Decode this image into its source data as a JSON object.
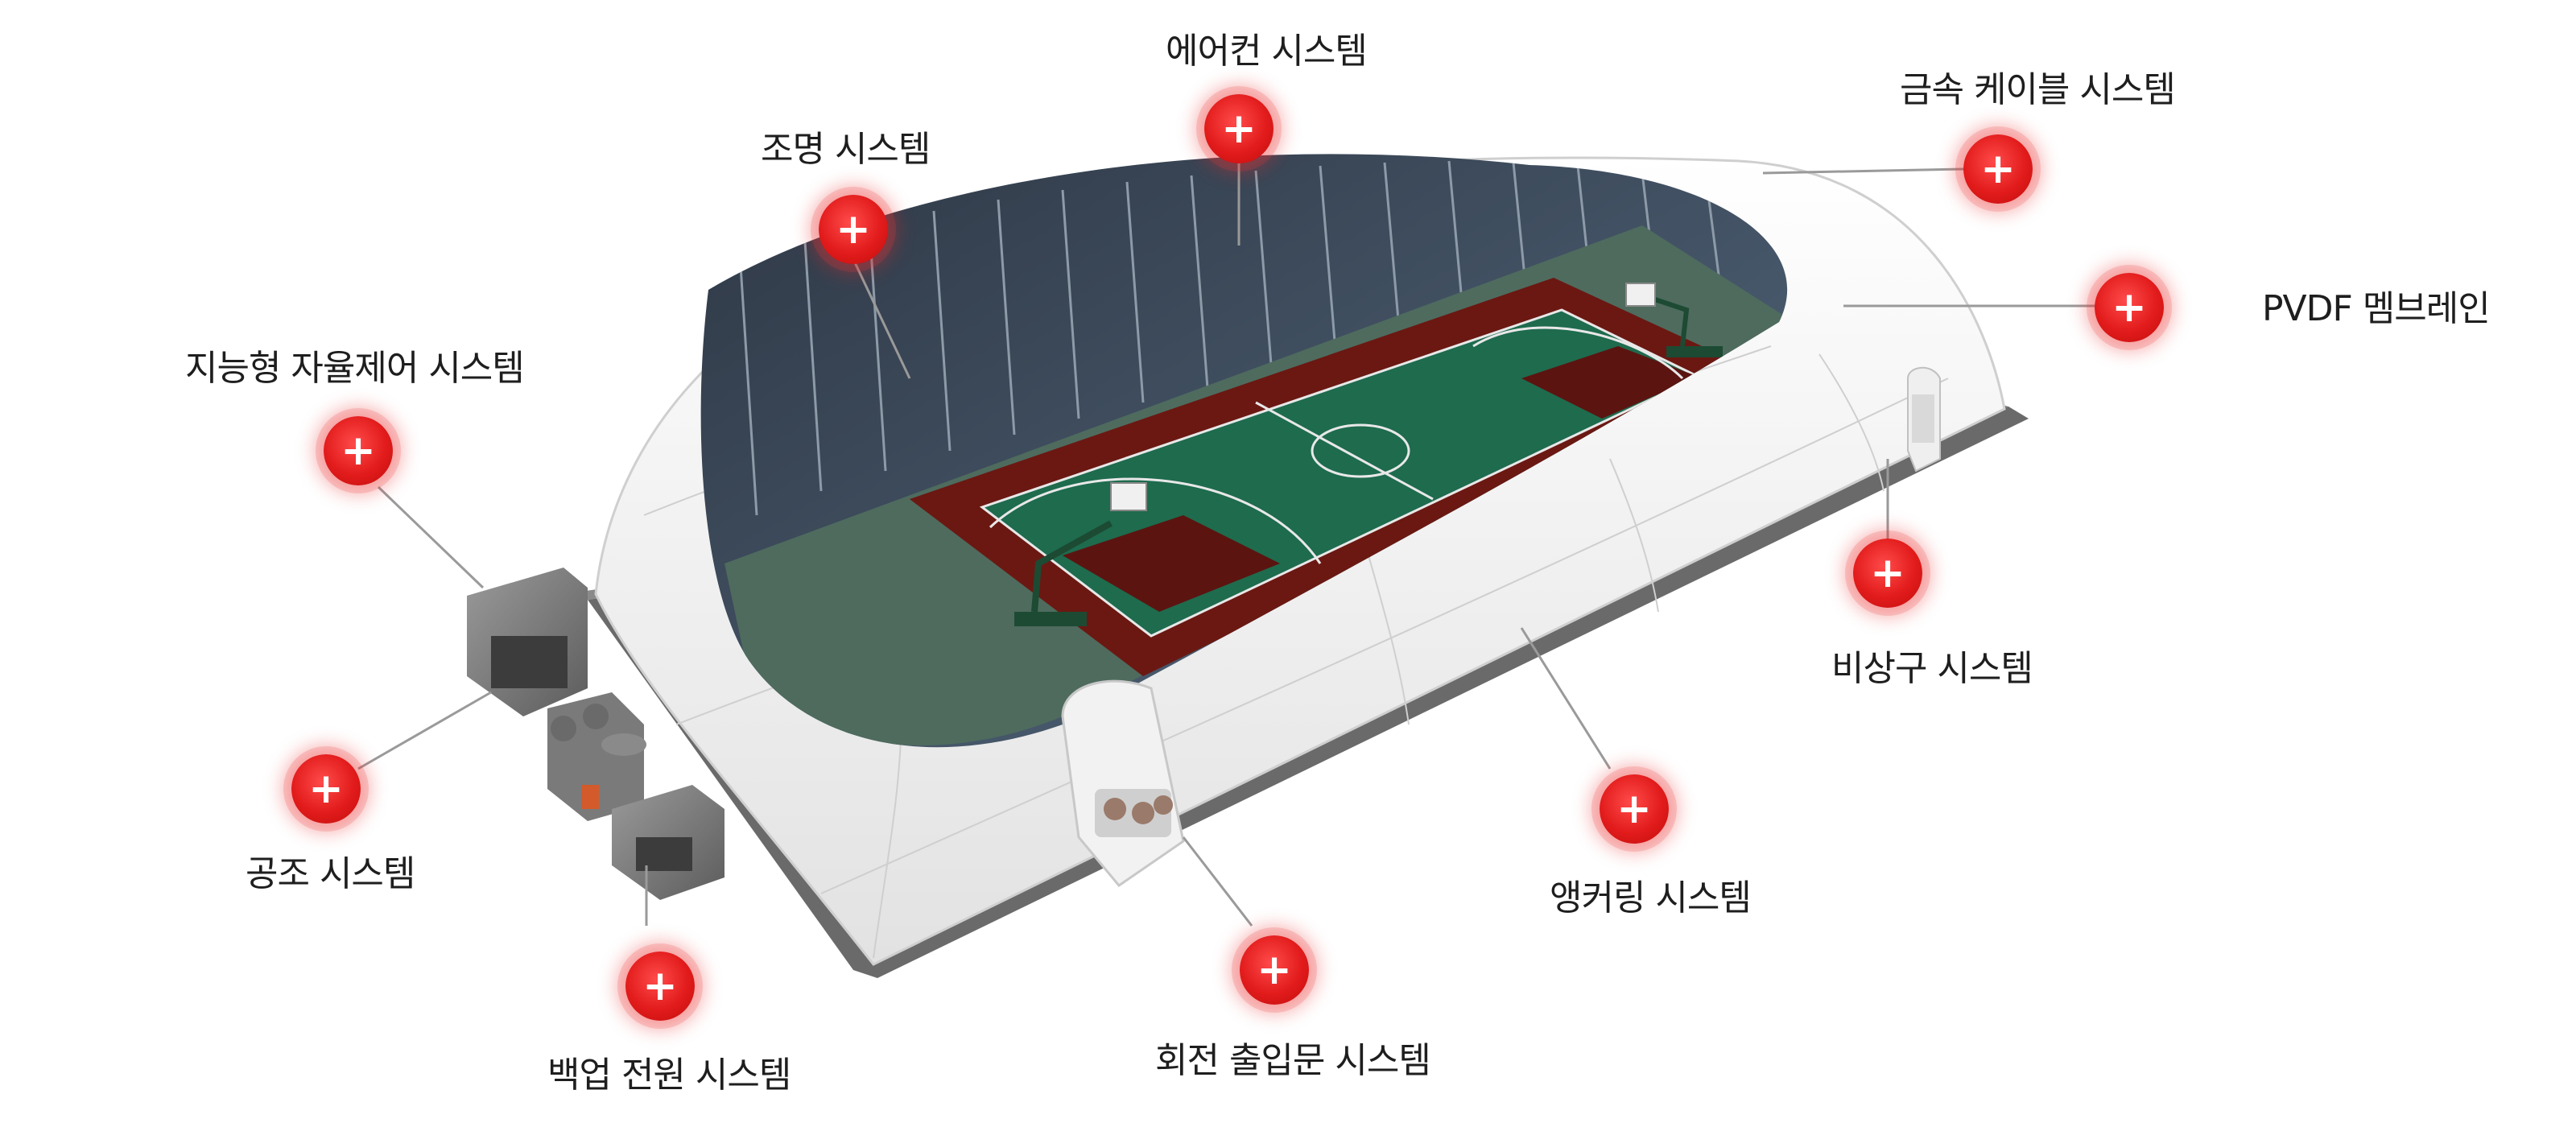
{
  "hotspots": [
    {
      "id": "aircon",
      "label": "에어컨 시스템",
      "icon": "plus-icon"
    },
    {
      "id": "metal-cable",
      "label": "금속 케이블 시스템",
      "icon": "plus-icon"
    },
    {
      "id": "lighting",
      "label": "조명 시스템",
      "icon": "plus-icon"
    },
    {
      "id": "pvdf",
      "label": "PVDF 멤브레인",
      "icon": "plus-icon"
    },
    {
      "id": "smart-control",
      "label": "지능형 자율제어 시스템",
      "icon": "plus-icon"
    },
    {
      "id": "emergency-exit",
      "label": "비상구 시스템",
      "icon": "plus-icon"
    },
    {
      "id": "air-handling",
      "label": "공조 시스템",
      "icon": "plus-icon"
    },
    {
      "id": "anchoring",
      "label": "앵커링 시스템",
      "icon": "plus-icon"
    },
    {
      "id": "backup-power",
      "label": "백업 전원 시스템",
      "icon": "plus-icon"
    },
    {
      "id": "revolving-door",
      "label": "회전 출입문 시스템",
      "icon": "plus-icon"
    }
  ],
  "colors": {
    "hotspot": "#e21b1b",
    "court_green": "#1e6b4e",
    "court_red": "#6b1812",
    "floor": "#4e6b5e",
    "membrane": "#f4f4f4",
    "leader_line": "#9a9a9a"
  }
}
